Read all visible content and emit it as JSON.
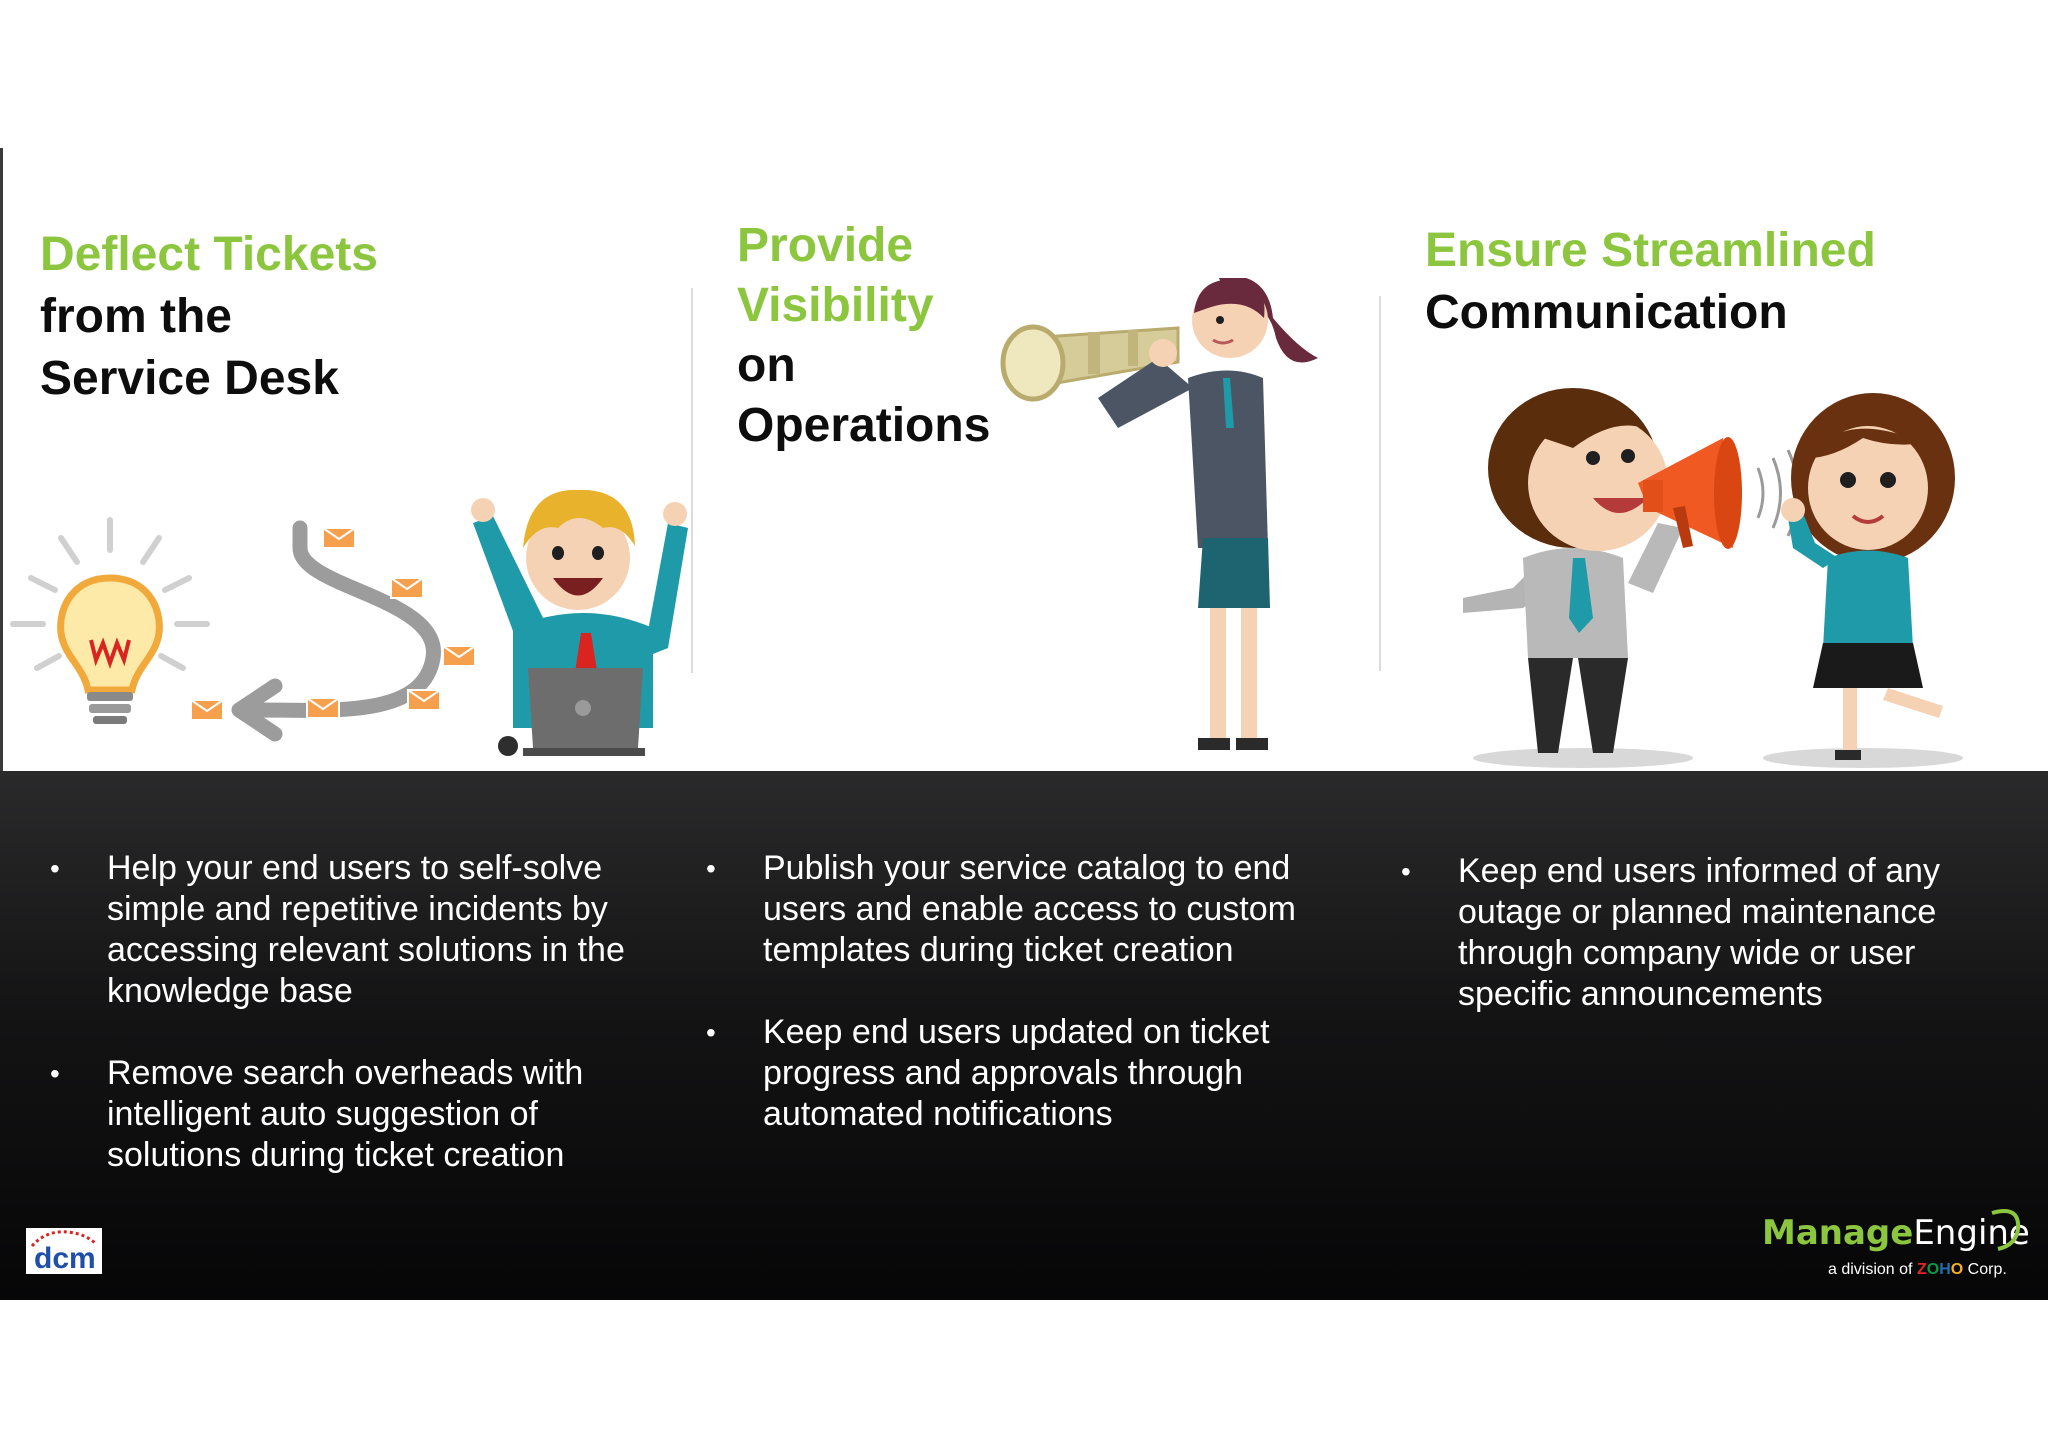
{
  "columns": [
    {
      "heading_green": "Deflect Tickets",
      "heading_dark_1": "from the",
      "heading_dark_2": "Service Desk",
      "bullets": [
        "Help your end users to self-solve simple and repetitive incidents by accessing relevant solutions in the knowledge base",
        "Remove search overheads with intelligent auto suggestion of solutions during ticket creation"
      ]
    },
    {
      "heading_green_1": "Provide",
      "heading_green_2": "Visibility",
      "heading_dark_1": "on",
      "heading_dark_2": "Operations",
      "bullets": [
        "Publish your service catalog to end users and enable access to custom templates during ticket creation",
        "Keep end users updated on ticket progress and approvals through automated notifications"
      ]
    },
    {
      "heading_green": "Ensure Streamlined",
      "heading_dark_1": "Communication",
      "bullets": [
        "Keep end users informed of  any outage or planned maintenance through  company wide or user specific announcements"
      ]
    }
  ],
  "bullet_glyph": "•",
  "logos": {
    "dcm": "dcm",
    "me_manage": "Manage",
    "me_engine": "Engine",
    "me_sub_prefix": "a division of",
    "me_sub_suffix": "Corp.",
    "zoho_letters": [
      "Z",
      "O",
      "H",
      "O"
    ]
  },
  "colors": {
    "accent_green": "#8cc63f",
    "heading_dark": "#0d0d0d",
    "bottom_bg": "#141415",
    "envelope_orange": "#f6a04d",
    "megaphone_orange": "#f05a22"
  }
}
